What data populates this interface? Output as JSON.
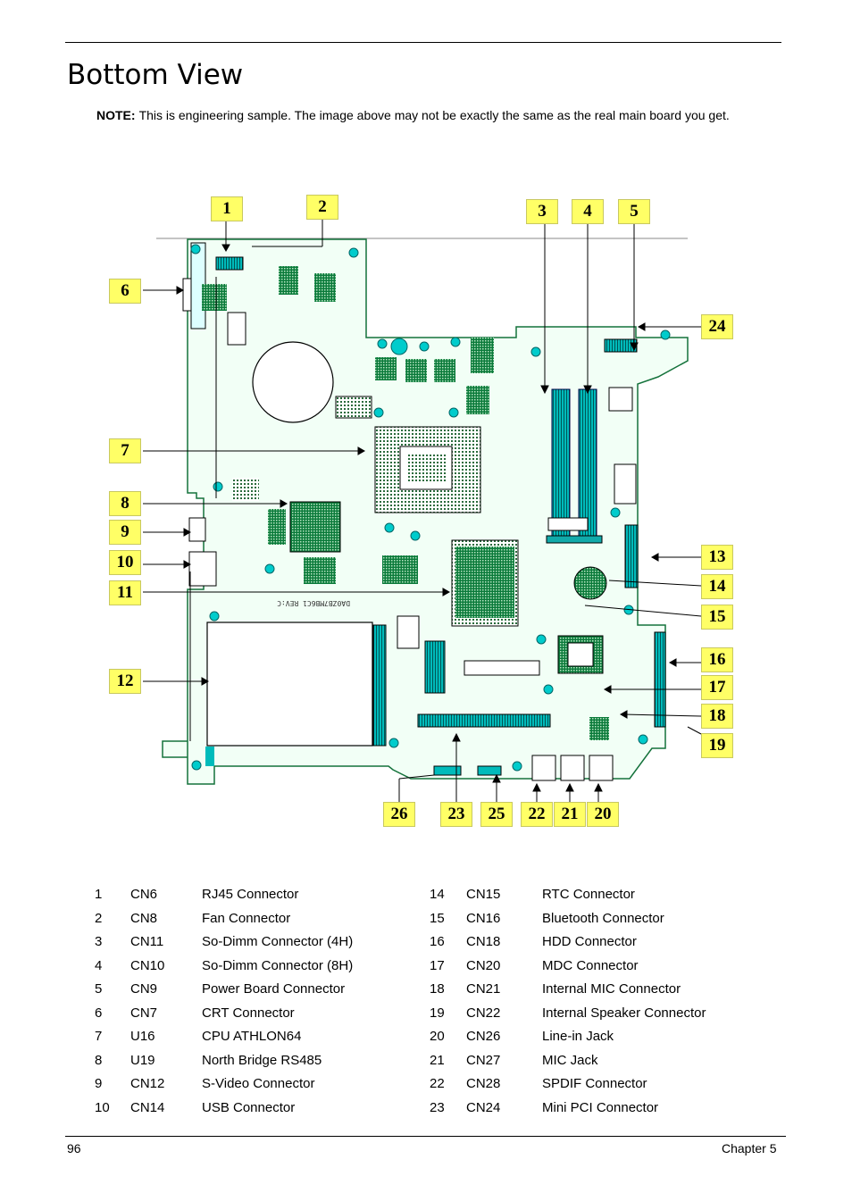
{
  "page": {
    "title": "Bottom View",
    "note_label": "NOTE:",
    "note_text": "This is engineering sample. The image above may not be exactly the same as the real main board you get.",
    "footer_left": "96",
    "footer_right": "Chapter 5"
  },
  "callouts": [
    "1",
    "2",
    "3",
    "4",
    "5",
    "6",
    "24",
    "7",
    "8",
    "9",
    "10",
    "13",
    "11",
    "14",
    "15",
    "16",
    "12",
    "17",
    "18",
    "19",
    "26",
    "23",
    "25",
    "22",
    "21",
    "20"
  ],
  "board_label": "DA0ZB7MB6C1 REV:C",
  "legend": {
    "left": [
      {
        "num": "1",
        "ref": "CN6",
        "name": "RJ45 Connector"
      },
      {
        "num": "2",
        "ref": "CN8",
        "name": "Fan Connector"
      },
      {
        "num": "3",
        "ref": "CN11",
        "name": "So-Dimm Connector (4H)"
      },
      {
        "num": "4",
        "ref": "CN10",
        "name": "So-Dimm Connector (8H)"
      },
      {
        "num": "5",
        "ref": "CN9",
        "name": "Power Board Connector"
      },
      {
        "num": "6",
        "ref": "CN7",
        "name": "CRT Connector"
      },
      {
        "num": "7",
        "ref": "U16",
        "name": "CPU ATHLON64"
      },
      {
        "num": "8",
        "ref": "U19",
        "name": "North Bridge RS485"
      },
      {
        "num": "9",
        "ref": "CN12",
        "name": "S-Video Connector"
      },
      {
        "num": "10",
        "ref": "CN14",
        "name": "USB Connector"
      }
    ],
    "right": [
      {
        "num": "14",
        "ref": "CN15",
        "name": "RTC Connector"
      },
      {
        "num": "15",
        "ref": "CN16",
        "name": "Bluetooth Connector"
      },
      {
        "num": "16",
        "ref": "CN18",
        "name": "HDD Connector"
      },
      {
        "num": "17",
        "ref": "CN20",
        "name": "MDC Connector"
      },
      {
        "num": "18",
        "ref": "CN21",
        "name": "Internal MIC Connector"
      },
      {
        "num": "19",
        "ref": "CN22",
        "name": "Internal Speaker Connector"
      },
      {
        "num": "20",
        "ref": "CN26",
        "name": "Line-in Jack"
      },
      {
        "num": "21",
        "ref": "CN27",
        "name": "MIC Jack"
      },
      {
        "num": "22",
        "ref": "CN28",
        "name": "SPDIF Connector"
      },
      {
        "num": "23",
        "ref": "CN24",
        "name": "Mini PCI Connector"
      }
    ]
  }
}
